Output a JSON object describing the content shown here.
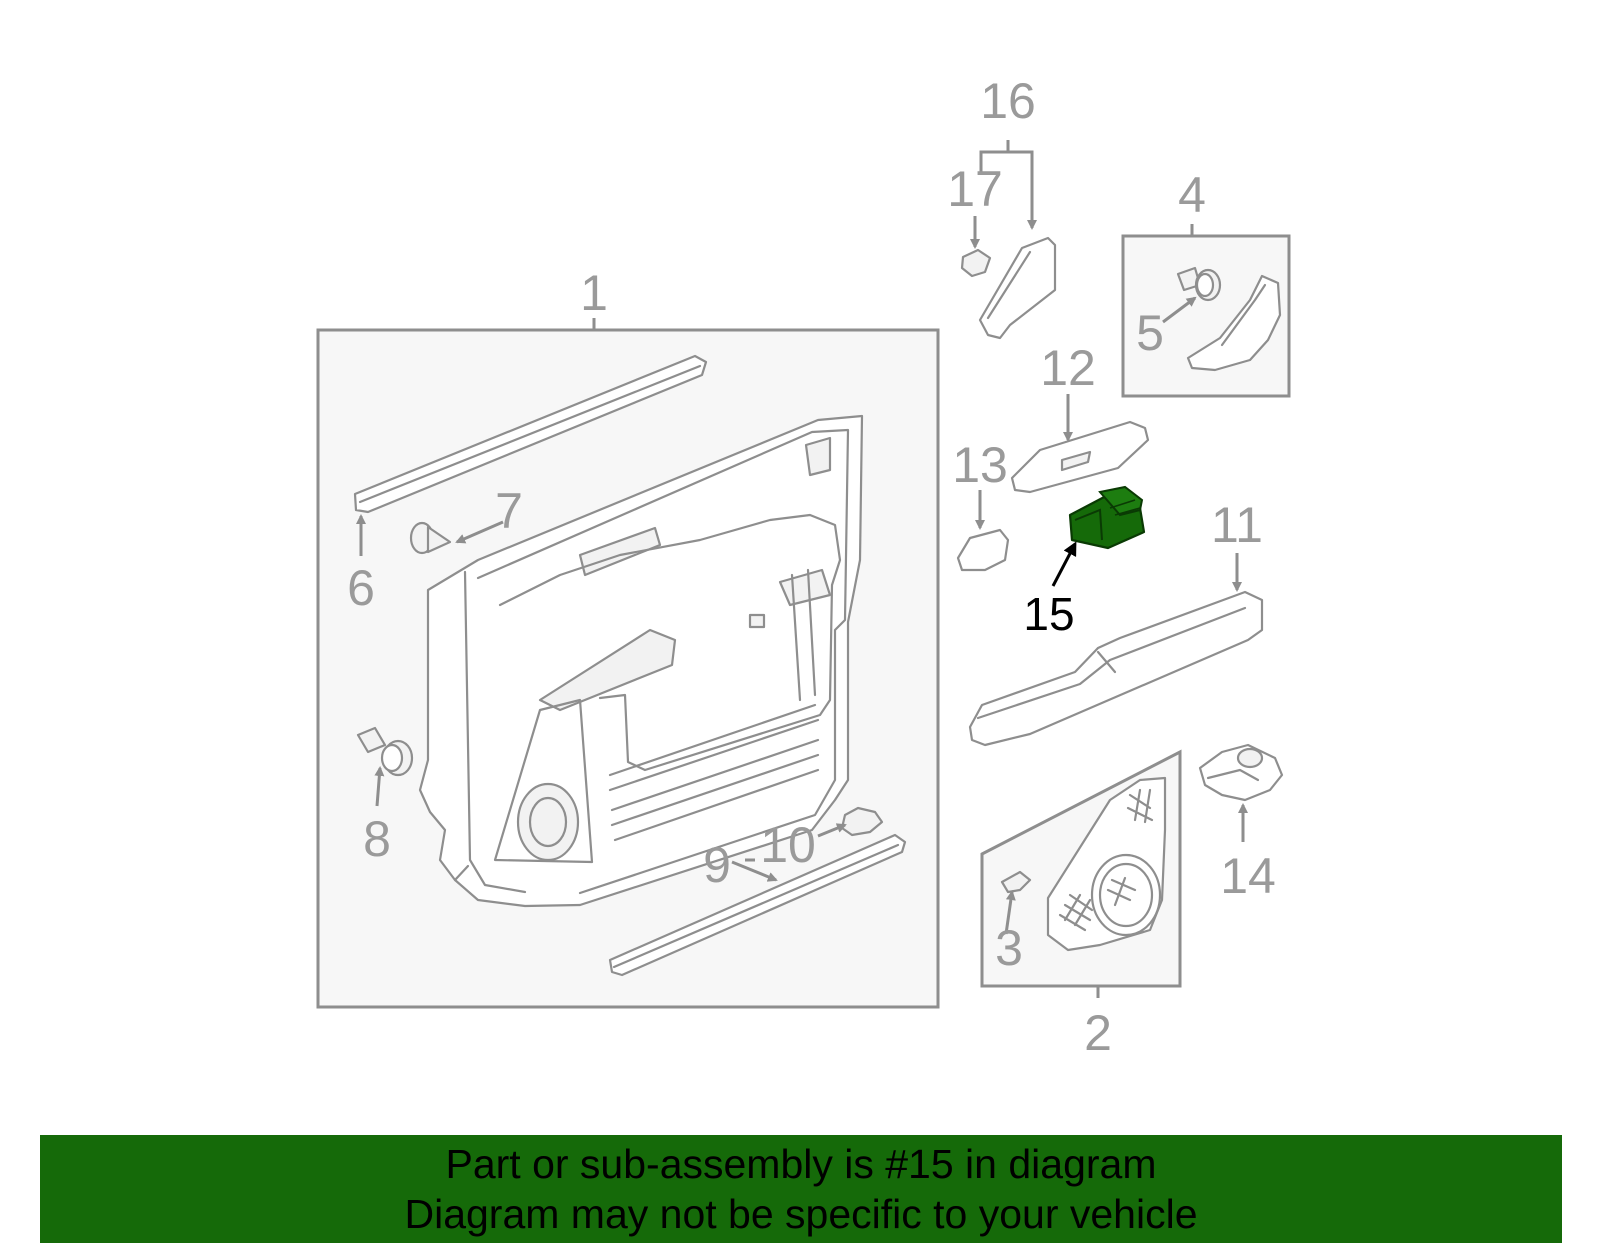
{
  "diagram": {
    "callouts": [
      "1",
      "2",
      "3",
      "4",
      "5",
      "6",
      "7",
      "8",
      "9",
      "10",
      "11",
      "12",
      "13",
      "14",
      "15",
      "16",
      "17"
    ],
    "highlighted_part": "15",
    "colors": {
      "highlight": "#156a09",
      "line": "#8e8e8e",
      "callout_text": "#9a9a9a"
    }
  },
  "footer": {
    "line1": "Part or sub-assembly is #15 in diagram",
    "line2": "Diagram may not be specific to your vehicle",
    "background": "#156a09"
  }
}
